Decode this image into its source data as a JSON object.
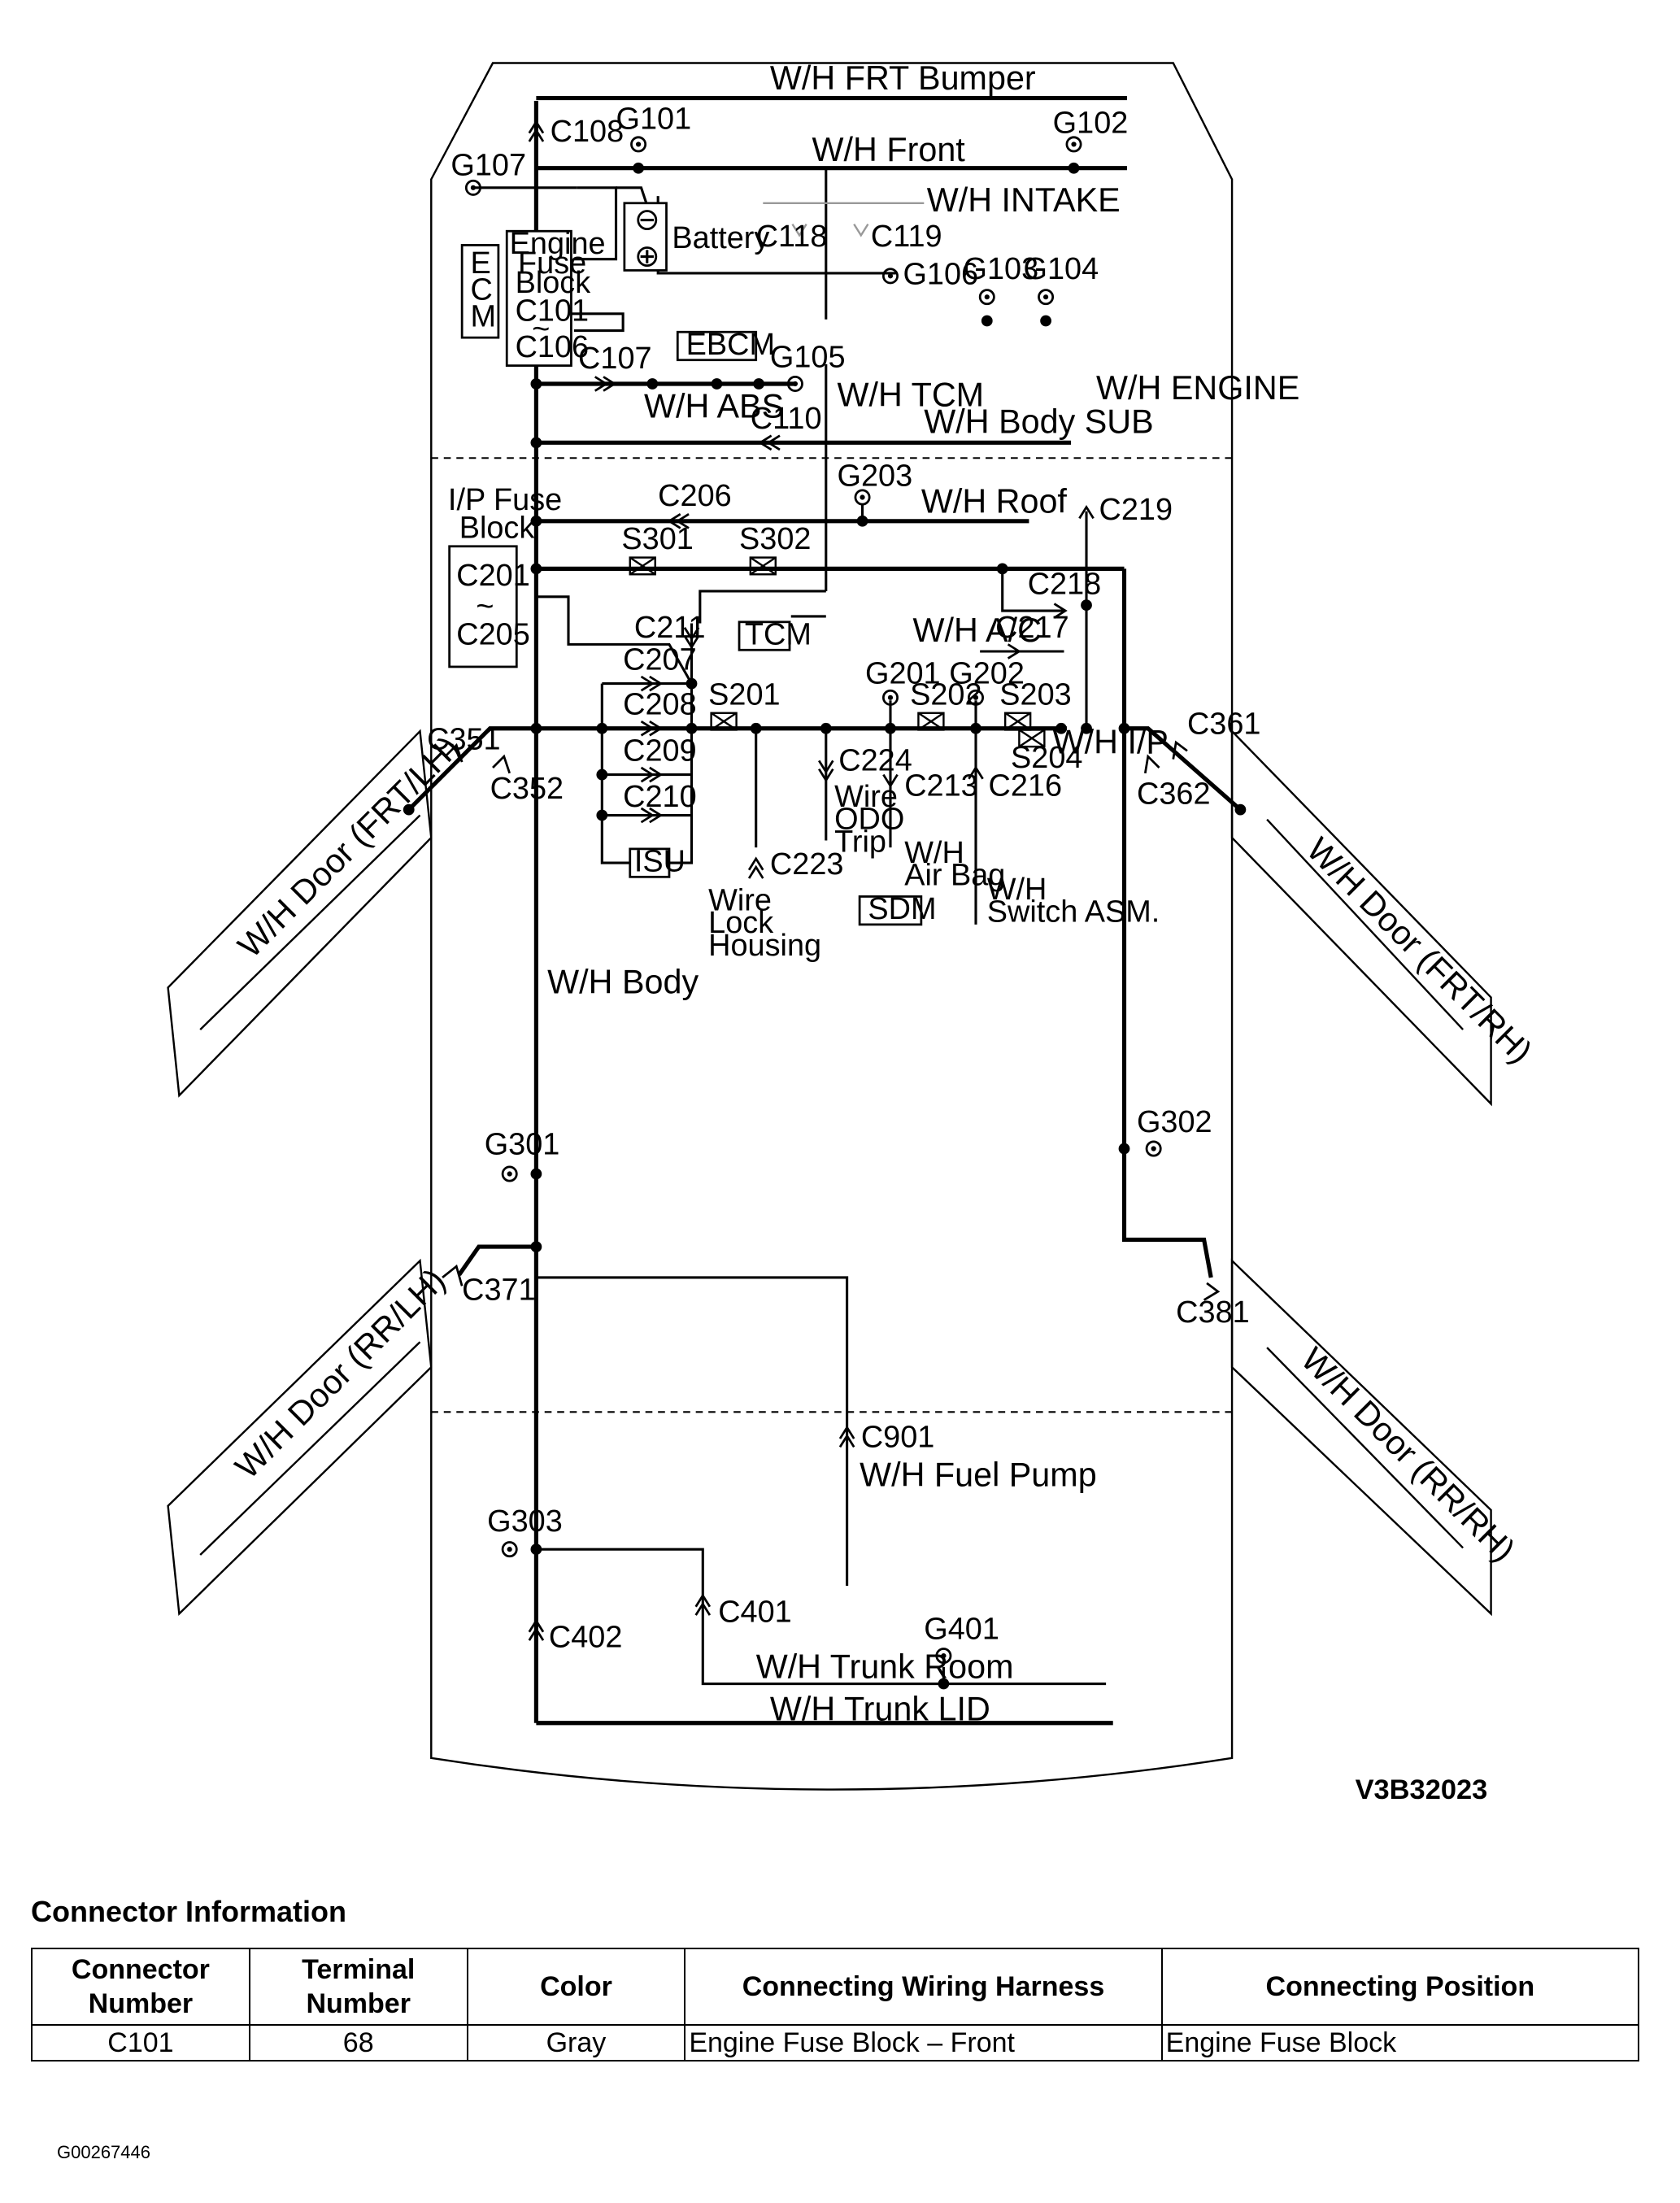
{
  "diagram": {
    "harnesses": {
      "frt_bumper": "W/H FRT Bumper",
      "front": "W/H Front",
      "intake": "W/H INTAKE",
      "engine": "W/H ENGINE",
      "abs": "W/H ABS",
      "tcm": "W/H TCM",
      "body_sub": "W/H Body SUB",
      "roof": "W/H Roof",
      "ac": "W/H A/C",
      "ip": "W/H I/P",
      "body": "W/H Body",
      "fuel_pump": "W/H Fuel Pump",
      "trunk_room": "W/H Trunk Room",
      "trunk_lid": "W/H Trunk LID",
      "door_frt_lh": "W/H Door (FRT/LH)",
      "door_frt_rh": "W/H Door (FRT/RH)",
      "door_rr_lh": "W/H Door (RR/LH)",
      "door_rr_rh": "W/H Door (RR/RH)",
      "wire_odo_trip": [
        "Wire",
        "ODO",
        "Trip"
      ],
      "wire_lock_housing": [
        "Wire",
        "Lock",
        "Housing"
      ],
      "wh_air_bag": [
        "W/H",
        "Air Bag"
      ],
      "wh_switch_asm": [
        "W/H",
        "Switch ASM."
      ]
    },
    "components": {
      "ecm": [
        "E",
        "C",
        "M"
      ],
      "engine_fuse_block": [
        "Engine",
        "Fuse",
        "Block",
        "C101",
        "~",
        "C106"
      ],
      "battery": "Battery",
      "battery_minus": "⊖",
      "battery_plus": "⊕",
      "ebcm": "EBCM",
      "ip_fuse_block": [
        "I/P Fuse",
        "Block"
      ],
      "ip_fuse_connectors": [
        "C201",
        "~",
        "C205"
      ],
      "tcm": "TCM",
      "isu": "ISU",
      "sdm": "SDM"
    },
    "grounds": [
      "G101",
      "G102",
      "G107",
      "G106",
      "G103",
      "G104",
      "G105",
      "G203",
      "G201",
      "G202",
      "G301",
      "G302",
      "G303",
      "G401"
    ],
    "connectors": [
      "C108",
      "C118",
      "C119",
      "C107",
      "C110",
      "C206",
      "C219",
      "C218",
      "C211",
      "C217",
      "C207",
      "C208",
      "C209",
      "C210",
      "C224",
      "C213",
      "C216",
      "C223",
      "C351",
      "C352",
      "C361",
      "C362",
      "C371",
      "C381",
      "C901",
      "C401",
      "C402"
    ],
    "splices": [
      "S301",
      "S302",
      "S201",
      "S202",
      "S203",
      "S204"
    ],
    "figure_id": "V3B32023"
  },
  "connector_info": {
    "title": "Connector Information",
    "columns": [
      "Connector Number",
      "Terminal Number",
      "Color",
      "Connecting Wiring Harness",
      "Connecting Position"
    ],
    "rows": [
      [
        "C101",
        "68",
        "Gray",
        "Engine Fuse Block – Front",
        "Engine Fuse Block"
      ]
    ]
  },
  "document_id": "G00267446"
}
